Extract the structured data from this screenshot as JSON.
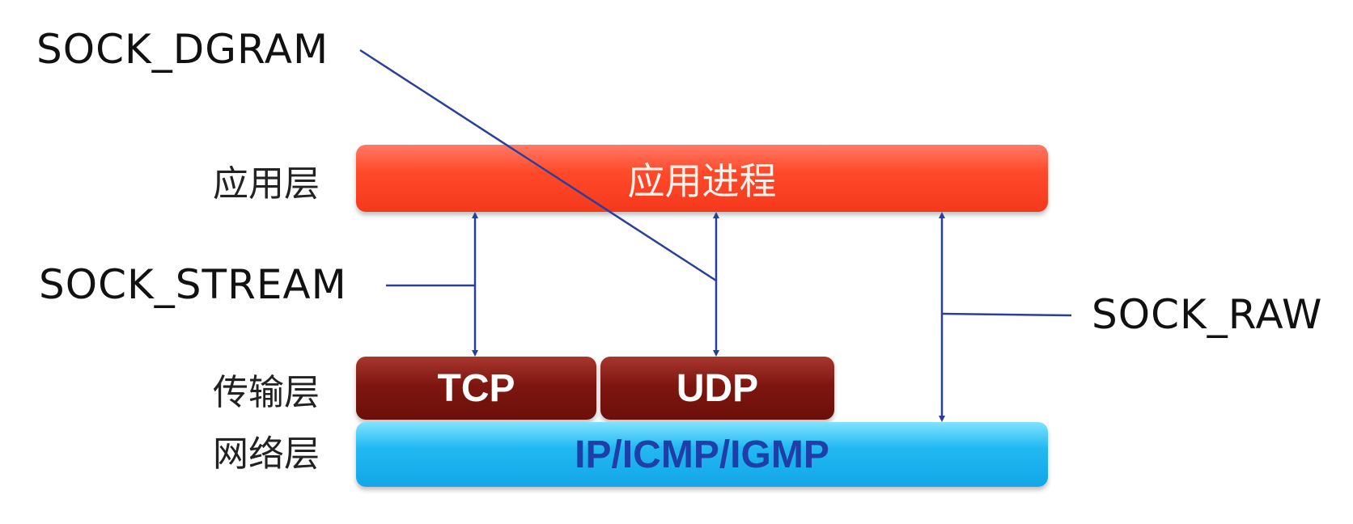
{
  "socket_types": {
    "dgram": "SOCK_DGRAM",
    "stream": "SOCK_STREAM",
    "raw": "SOCK_RAW"
  },
  "layers": {
    "application": "应用层",
    "transport": "传输层",
    "network": "网络层"
  },
  "boxes": {
    "app_process": "应用进程",
    "tcp": "TCP",
    "udp": "UDP",
    "ip": "IP/ICMP/IGMP"
  },
  "colors": {
    "line": "#2a3f9a",
    "app": "#ff4a2a",
    "transport": "#7e1610",
    "network": "#21b9f2"
  }
}
